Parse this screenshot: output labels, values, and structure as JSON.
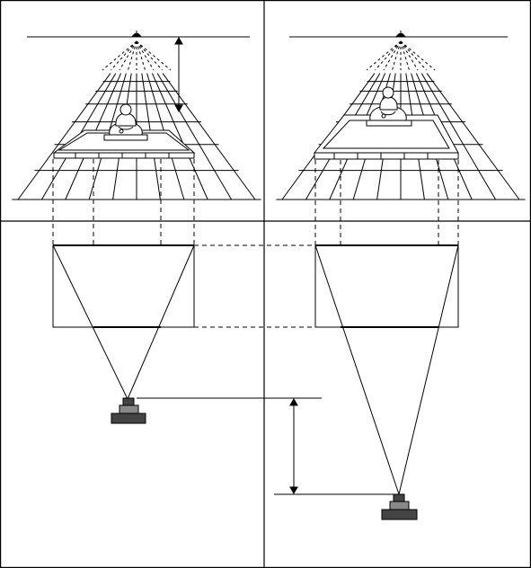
{
  "diagram": {
    "colors": {
      "line": "#000000",
      "background": "#ffffff",
      "camera_body": "#444444",
      "camera_light": "#888888"
    },
    "icons": [
      "viewpoint-marker-icon",
      "seated-figure-icon",
      "camera-icon",
      "double-arrow-icon"
    ],
    "panels": [
      {
        "name": "top-left-perspective-view"
      },
      {
        "name": "top-right-perspective-view"
      },
      {
        "name": "bottom-left-plan-view"
      },
      {
        "name": "bottom-right-plan-view"
      }
    ]
  }
}
